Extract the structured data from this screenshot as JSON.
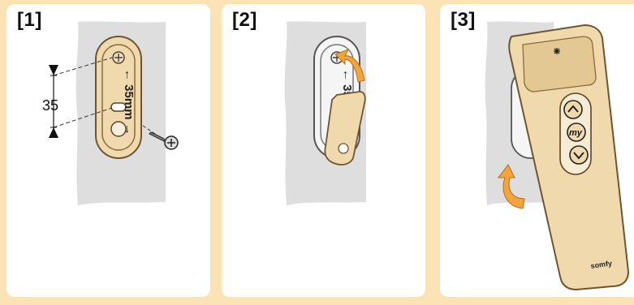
{
  "steps": [
    {
      "label": "[1]"
    },
    {
      "label": "[2]"
    },
    {
      "label": "[3]"
    }
  ],
  "holder": {
    "spacing_label": "35",
    "plate_marking": "← 35mm →"
  },
  "remote": {
    "my_button_label": "my",
    "brand_logo": "somfy"
  },
  "colors": {
    "background": "#fbe3b6",
    "panel": "#ffffff",
    "wall": "#dedede",
    "beige_part": "#f0d9ad",
    "beige_outline": "#8a6a3a",
    "arrow": "#f3a43a"
  }
}
